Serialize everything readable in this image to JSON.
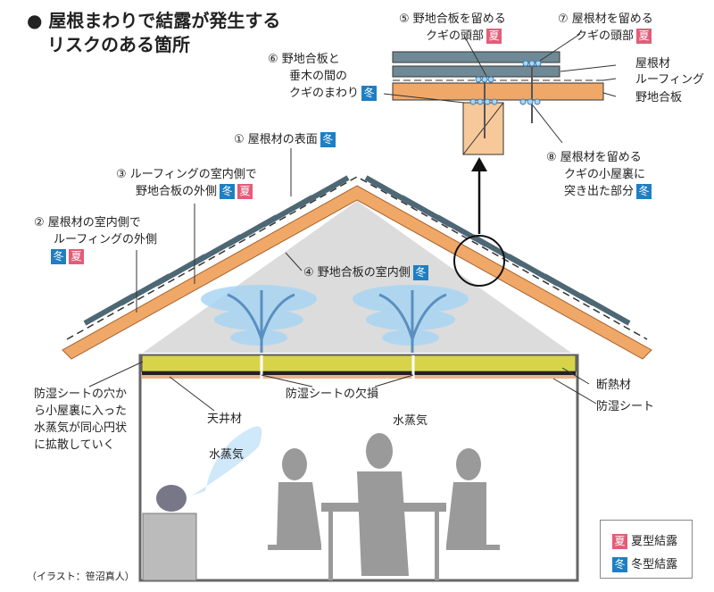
{
  "title": {
    "line1": "屋根まわりで結露が発生する",
    "line2": "リスクのある箇所",
    "bullet": "●"
  },
  "badges": {
    "winter": "冬",
    "summer": "夏"
  },
  "colors": {
    "winter": "#1e7fc3",
    "summer": "#e35d78",
    "roof_tile": "#6f8a96",
    "plywood": "#f0a868",
    "insulation": "#d8d44a"
  },
  "labels": {
    "p1": "① 屋根材の表面",
    "p2": [
      "② 屋根材の室内側で",
      "ルーフィングの外側"
    ],
    "p3": [
      "③ ルーフィングの室内側で",
      "野地合板の外側"
    ],
    "p4": "④ 野地合板の室内側",
    "p5": [
      "⑤ 野地合板を留める",
      "クギの頭部"
    ],
    "p6": [
      "⑥ 野地合板と",
      "垂木の間の",
      "クギのまわり"
    ],
    "p7": [
      "⑦ 屋根材を留める",
      "クギの頭部"
    ],
    "p8": [
      "⑧ 屋根材を留める",
      "クギの小屋裏に",
      "突き出た部分"
    ]
  },
  "detail_labels": {
    "roof": "屋根材",
    "roofing": "ルーフィング",
    "plywood": "野地合板"
  },
  "house_labels": {
    "hole": [
      "防湿シートの穴か",
      "ら小屋裏に入った",
      "水蒸気が同心円状",
      "に拡散していく"
    ],
    "defect": "防湿シートの欠損",
    "insulation": "断熱材",
    "vapor_sheet": "防湿シート",
    "ceiling": "天井材",
    "vapor1": "水蒸気",
    "vapor2": "水蒸気"
  },
  "legend": {
    "summer": "夏型結露",
    "winter": "冬型結露"
  },
  "credit": "（イラスト：笹沼真人）"
}
